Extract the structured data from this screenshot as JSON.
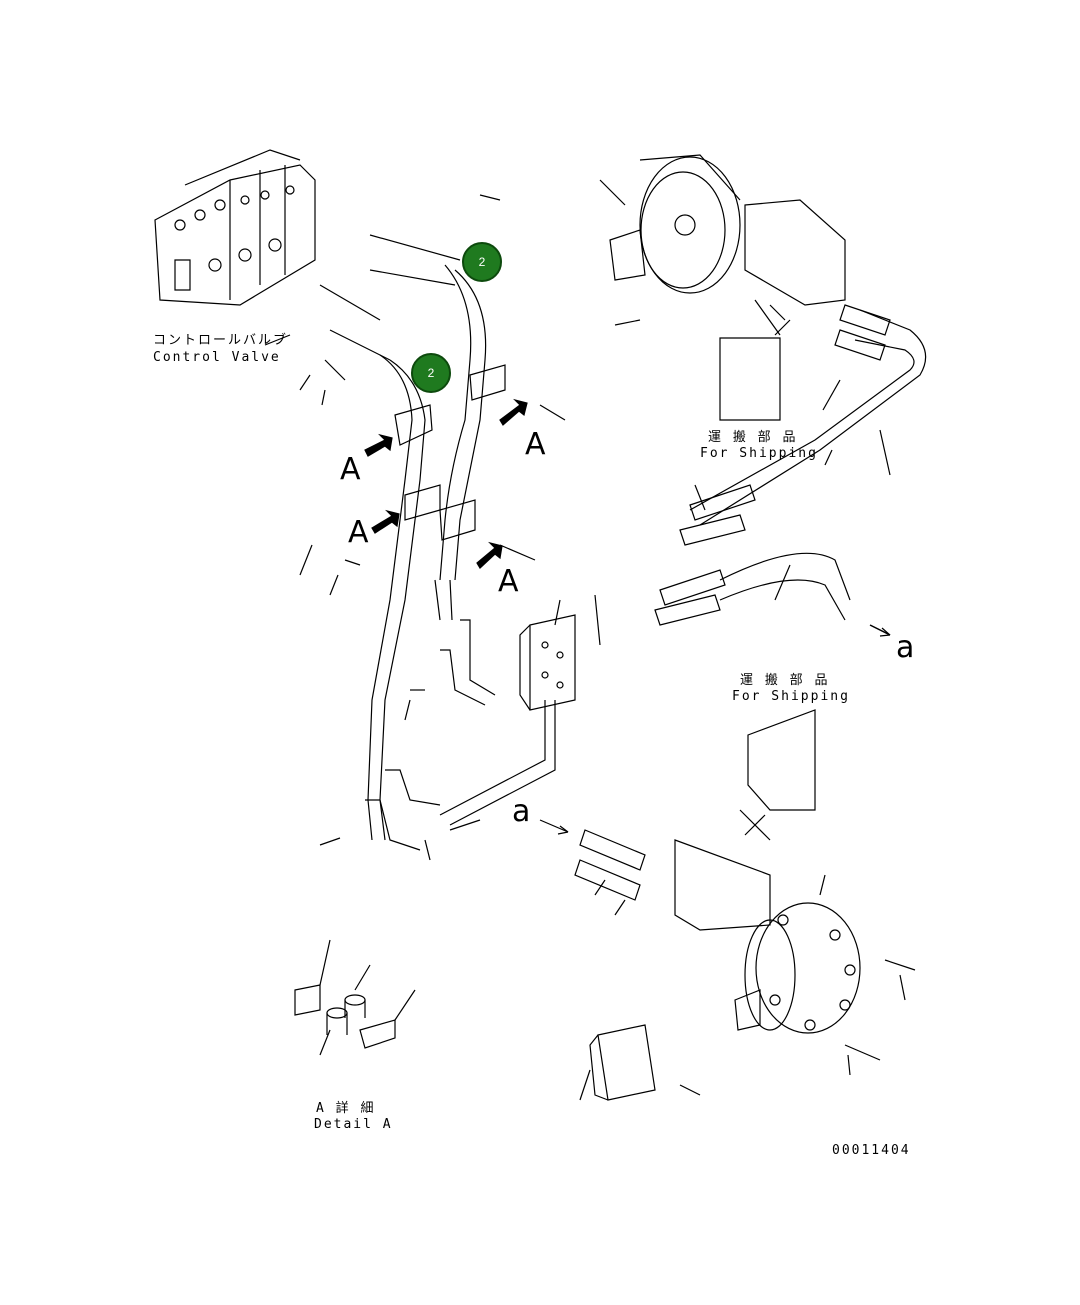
{
  "labels": {
    "control_valve_jp": "コントロールバルブ",
    "control_valve_en": "Control Valve",
    "shipping_jp": "運 搬 部 品",
    "shipping_en": "For Shipping",
    "detail_jp": "A 詳 細",
    "detail_en": "Detail A",
    "view_letter": "A",
    "connector_letter": "a",
    "drawing_number": "00011404"
  },
  "callouts": [
    {
      "number": "2"
    },
    {
      "number": "2"
    }
  ],
  "colors": {
    "line": "#000000",
    "callout_fill": "#1f7a1f",
    "callout_text": "#ffffff"
  }
}
